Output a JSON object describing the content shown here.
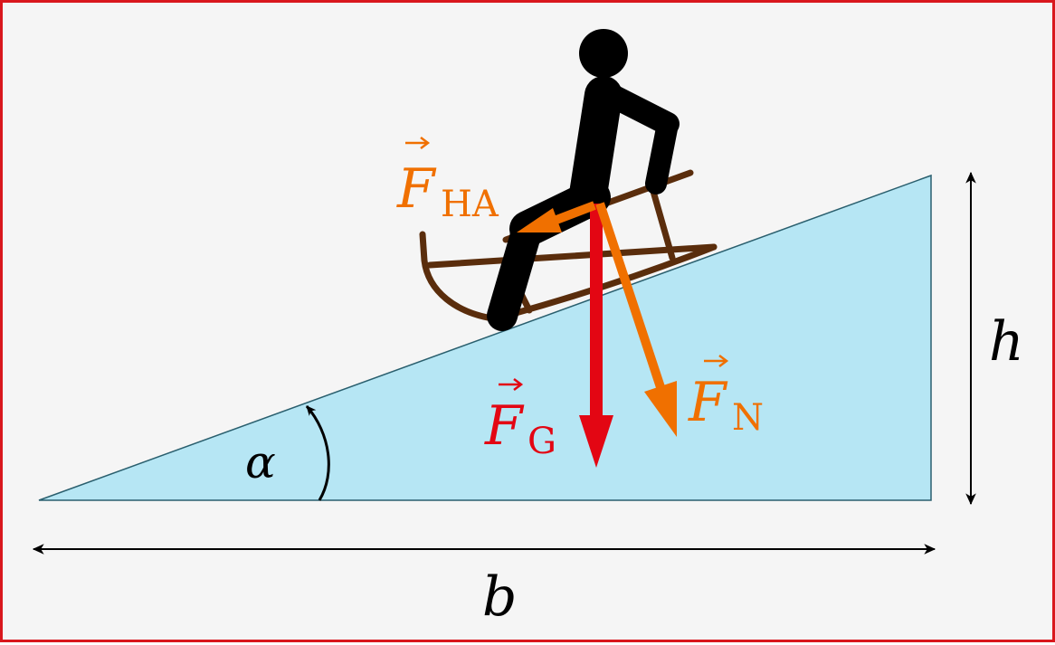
{
  "colors": {
    "frame": "#d9171d",
    "background": "#f5f5f5",
    "slope_fill": "#b6e6f4",
    "slope_stroke": "#2a5f6e",
    "gravity": "#e30613",
    "component": "#f07000",
    "sled": "#5a2d0c",
    "person": "#000000",
    "dimension": "#000000"
  },
  "labels": {
    "angle": "α",
    "height": "h",
    "base": "b",
    "force_downhill": {
      "symbol": "F",
      "subscript": "HA"
    },
    "force_gravity": {
      "symbol": "F",
      "subscript": "G"
    },
    "force_normal": {
      "symbol": "F",
      "subscript": "N"
    }
  },
  "icons": [
    "sled-icon",
    "person-icon",
    "vector-arrow-icon"
  ]
}
